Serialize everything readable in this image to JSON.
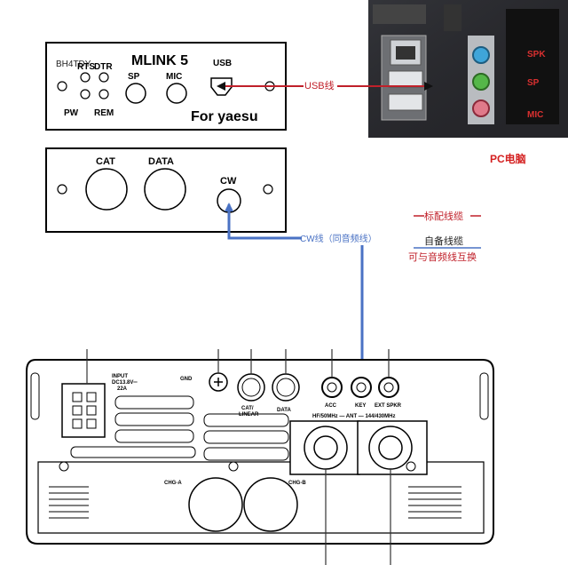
{
  "mlink": {
    "callsign": "BH4TDY",
    "title": "MLINK 5",
    "rts": "RTS",
    "dtr": "DTR",
    "pw": "PW",
    "rem": "REM",
    "sp": "SP",
    "mic": "MIC",
    "usb": "USB",
    "brand": "For yaesu"
  },
  "back_panel": {
    "cat": "CAT",
    "data": "DATA",
    "cw": "CW"
  },
  "pc": {
    "label": "PC电脑",
    "port_labels": [
      "SPK",
      "SP",
      "MIC"
    ]
  },
  "cables": {
    "usb": "USB线",
    "cw": "CW线（同音频线）",
    "color_cable": "#c0202a",
    "color_cw": "#4a72c4"
  },
  "legend": {
    "standard": "标配线缆",
    "optional": "自备线缆",
    "optional_note": "可与音频线互换"
  },
  "radio": {
    "input_line1": "INPUT",
    "input_line2": "DC13.8V═",
    "input_line3": "22A",
    "gnd": "GND",
    "cat_linear": "CAT/",
    "cat_linear2": "LINEAR",
    "data": "DATA",
    "acc": "ACC",
    "key": "KEY",
    "ext_spkr": "EXT SPKR",
    "ant_label": "HF/50MHz — ANT — 144/430MHz",
    "chg_a": "CHG-A",
    "chg_b": "CHG-B"
  }
}
